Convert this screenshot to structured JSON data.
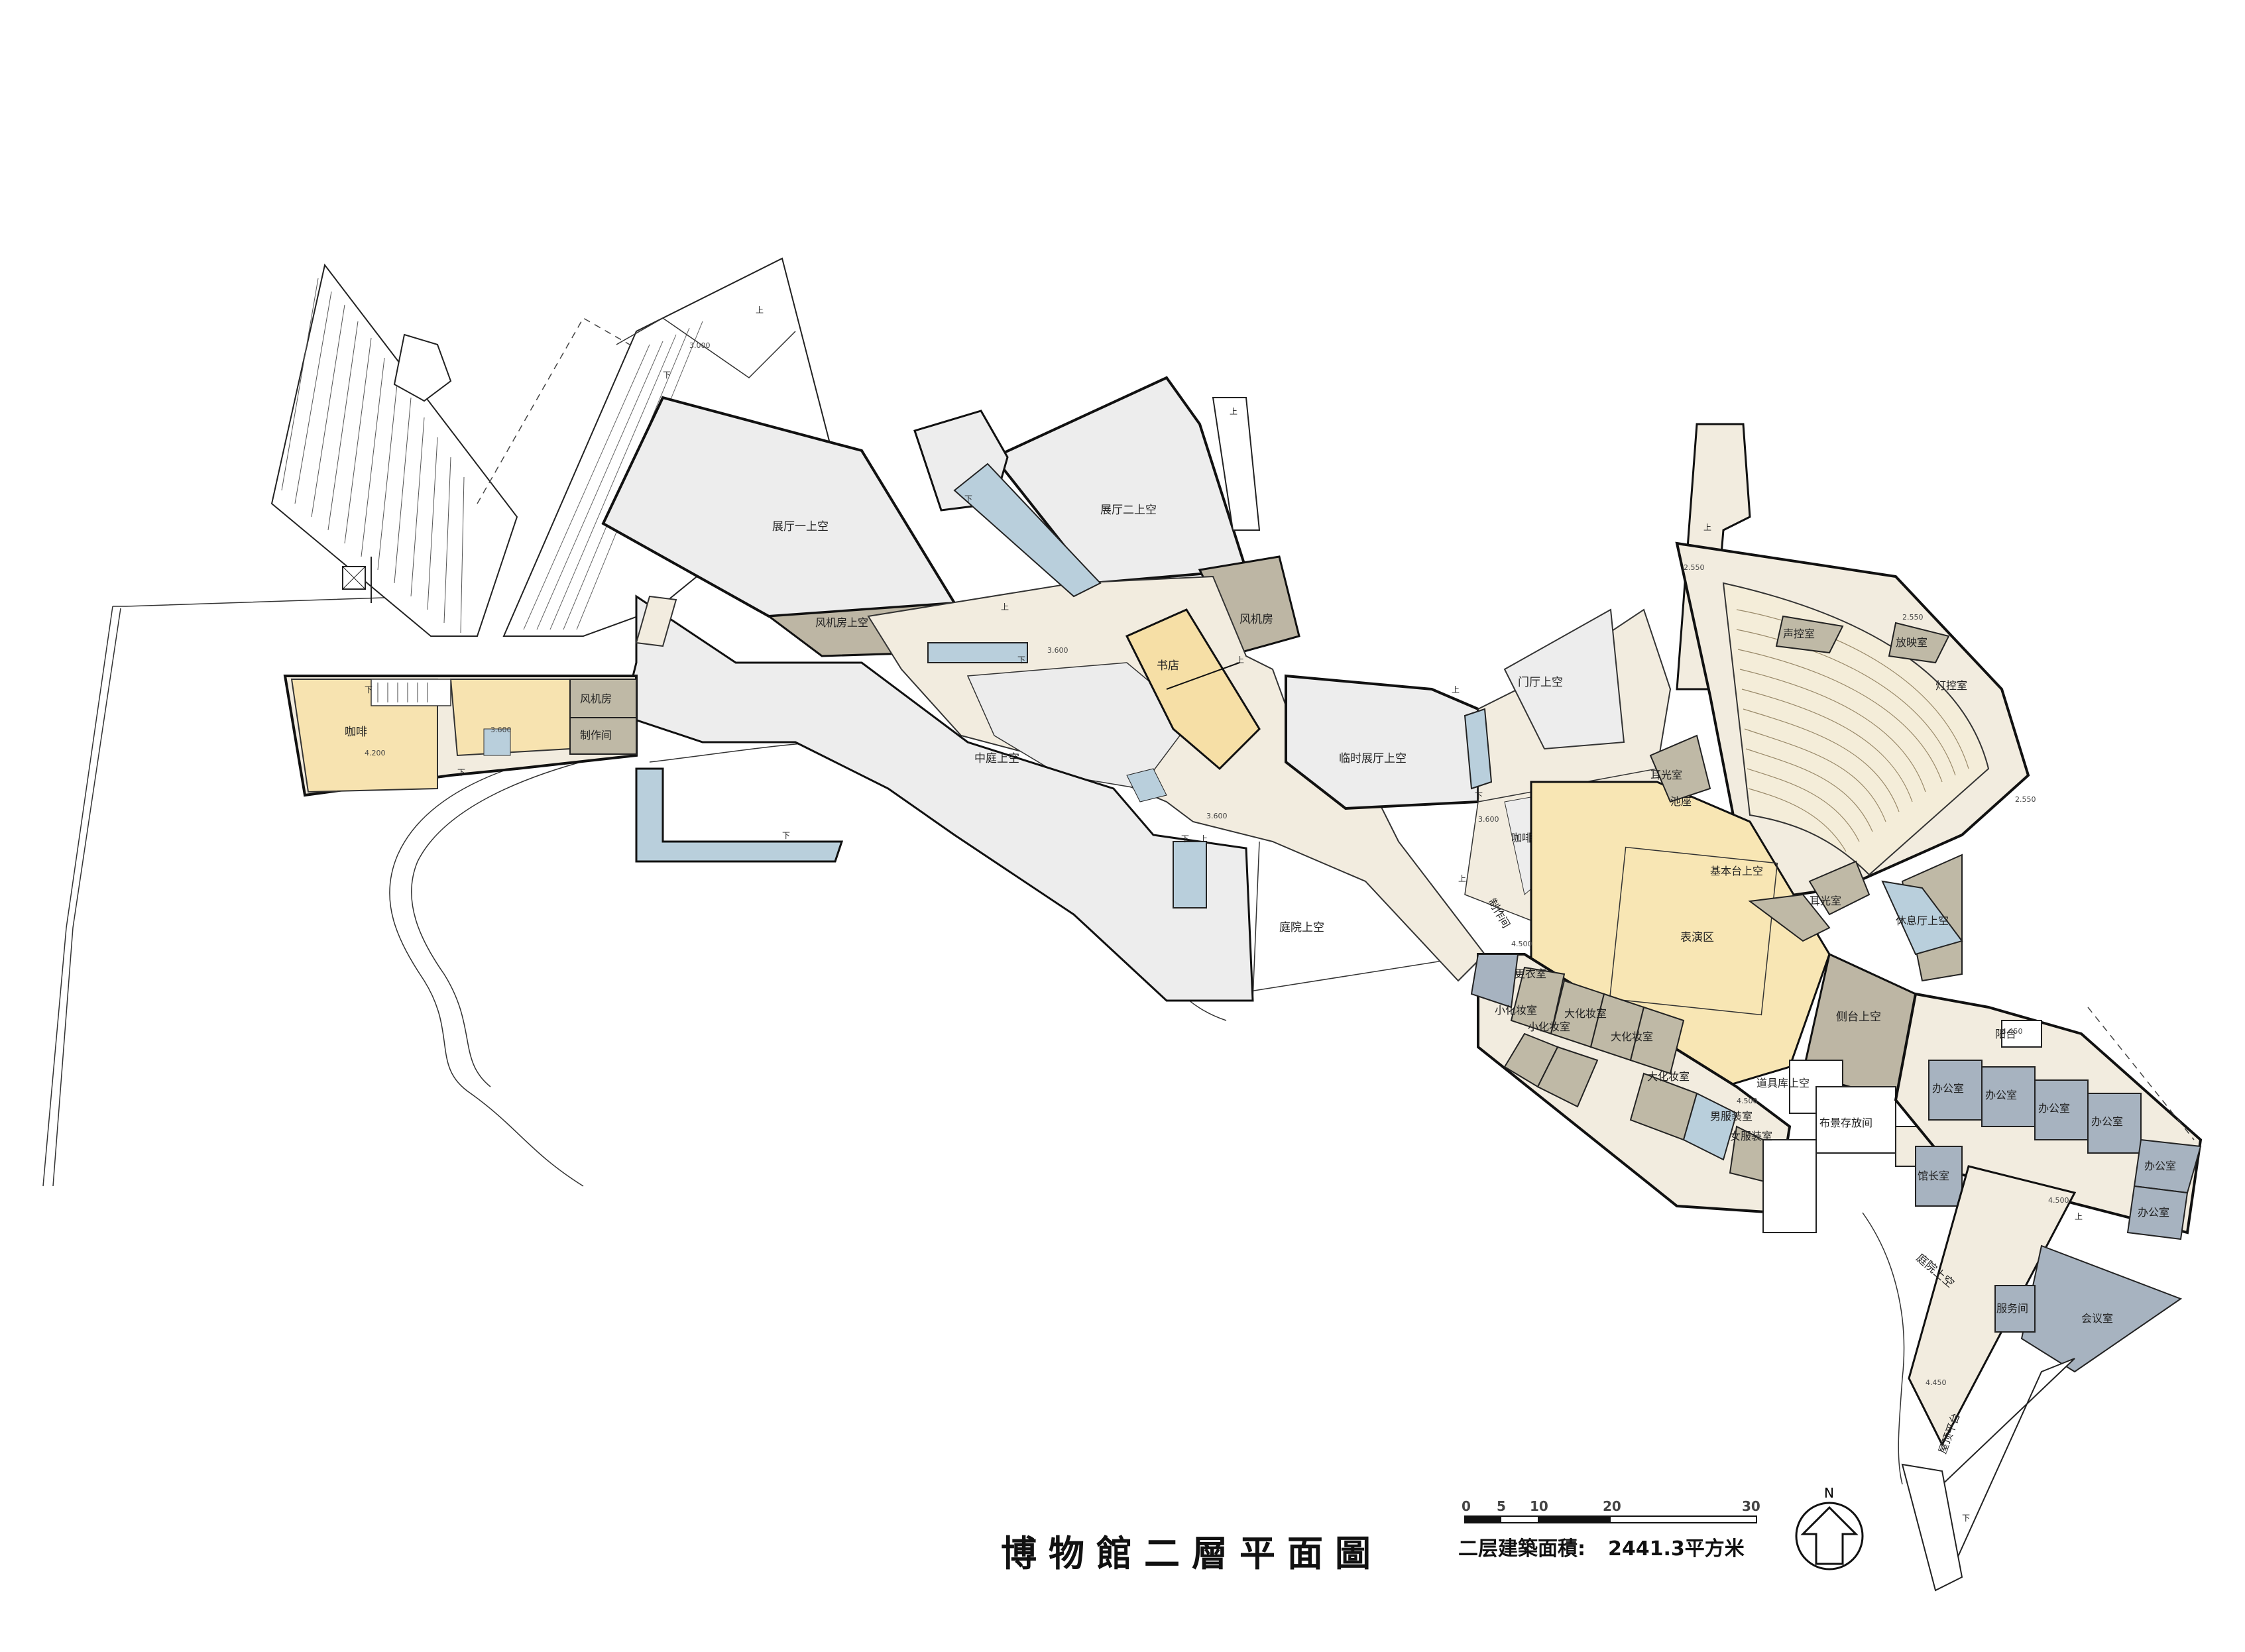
{
  "title": "博物館二層平面圖",
  "area": {
    "label": "二层建築面積:",
    "value": "2441.3平方米"
  },
  "scale": {
    "ticks": [
      "0",
      "5",
      "10",
      "20",
      "30"
    ]
  },
  "north": "N",
  "rooms": {
    "hall1_void": "展厅一上空",
    "hall2_void": "展厅二上空",
    "fan_room_void": "风机房上空",
    "fan_room_top": "风机房",
    "bookstore": "书店",
    "atrium_void": "中庭上空",
    "temp_hall_void": "临时展厅上空",
    "lobby_void": "门厅上空",
    "courtyard_void": "庭院上空",
    "courtyard_void_east": "庭院上空",
    "cafe": "咖啡",
    "cafe_small": "咖啡",
    "fan_room_west": "风机房",
    "workshop_west": "制作间",
    "workshop_east": "制作间",
    "pool": "池座",
    "stage_void": "基本台上空",
    "performance": "表演区",
    "side_stage_void": "侧台上空",
    "rest_room_void": "休息厅上空",
    "control": "声控室",
    "projection": "放映室",
    "light_room": "灯控室",
    "face_light_w": "耳光室",
    "face_light_e": "耳光室",
    "dressing_big1": "大化妆室",
    "dressing_big2": "大化妆室",
    "dressing_big3": "大化妆室",
    "dressing_small1": "小化妆室",
    "dressing_small2": "小化妆室",
    "changing": "更衣室",
    "costume_m": "男服装室",
    "costume_f": "女服装室",
    "prop_void": "道具库上空",
    "scenery": "布景存放间",
    "balcony": "阳台",
    "office1": "办公室",
    "office2": "办公室",
    "office3": "办公室",
    "office4": "办公室",
    "office5": "办公室",
    "office6": "办公室",
    "director": "馆长室",
    "meeting": "会议室",
    "service": "服务间",
    "roof_terrace": "屋顶平台"
  },
  "levels": [
    "3.000",
    "3.600",
    "3.600",
    "3.600",
    "4.200",
    "2.550",
    "2.550",
    "2.550",
    "4.500",
    "4.500",
    "4.500",
    "4.450",
    "4.450",
    "3.600"
  ],
  "marks": {
    "up": "上",
    "down": "下"
  },
  "colors": {
    "void_gray": "#ededed",
    "corridor_beige": "#f2ecdf",
    "bookstore_yellow": "#f6dfa6",
    "stage_yellow": "#f8e6b4",
    "cafe_yellow": "#f7e3b0",
    "service_khaki": "#bfb9a6",
    "office_blue": "#a7b3c0",
    "stair_blue": "#b9cfdc"
  }
}
